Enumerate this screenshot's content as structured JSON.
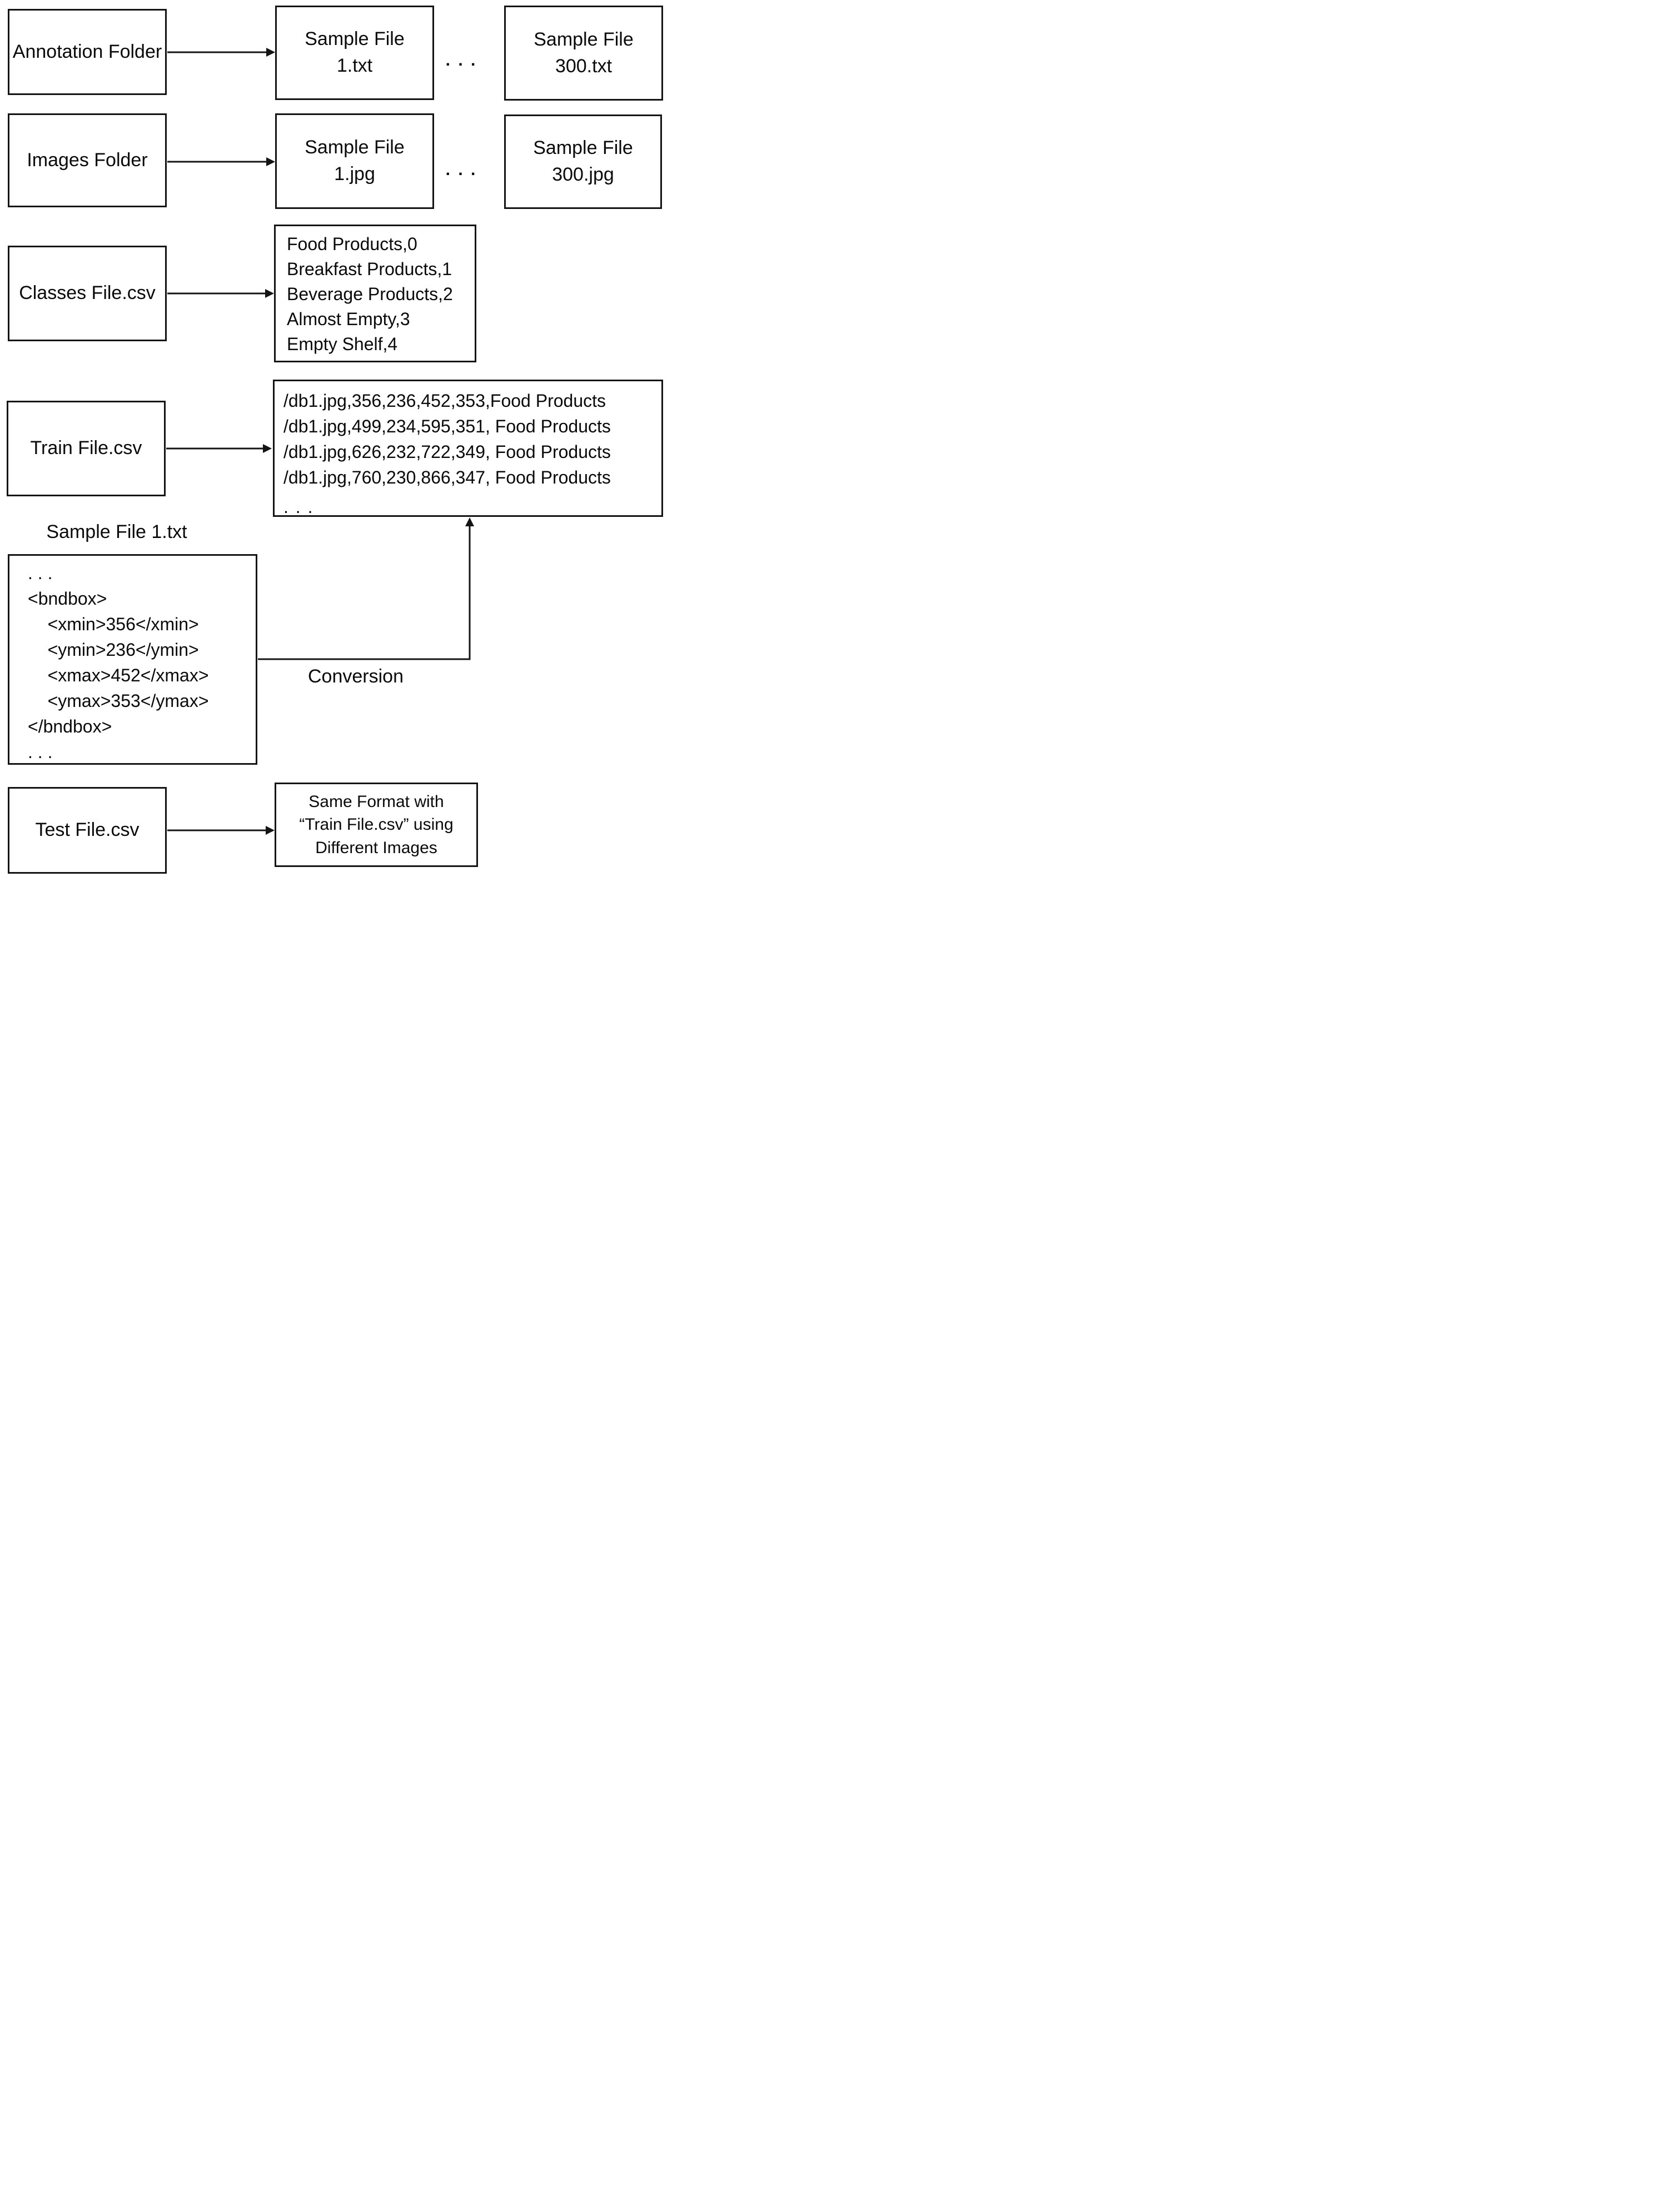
{
  "ellipsis": ". . .",
  "row_annotation": {
    "source": "Annotation Folder",
    "file_first": {
      "line1": "Sample File",
      "line2": "1.txt"
    },
    "file_last": {
      "line1": "Sample File",
      "line2": "300.txt"
    }
  },
  "row_images": {
    "source": "Images Folder",
    "file_first": {
      "line1": "Sample File",
      "line2": "1.jpg"
    },
    "file_last": {
      "line1": "Sample File",
      "line2": "300.jpg"
    }
  },
  "row_classes": {
    "source": "Classes File.csv",
    "content": {
      "lines": [
        "Food Products,0",
        "Breakfast Products,1",
        "Beverage Products,2",
        "Almost Empty,3",
        "Empty Shelf,4"
      ]
    }
  },
  "row_train": {
    "source": "Train File.csv",
    "content": {
      "lines": [
        "/db1.jpg,356,236,452,353,Food Products",
        "/db1.jpg,499,234,595,351, Food Products",
        "/db1.jpg,626,232,722,349, Food Products",
        "/db1.jpg,760,230,866,347, Food Products"
      ],
      "ellipsis": ". . ."
    }
  },
  "annotation_sample": {
    "title": "Sample File 1.txt",
    "xml_lines": [
      ". . .",
      "<bndbox>",
      "    <xmin>356</xmin>",
      "    <ymin>236</ymin>",
      "    <xmax>452</xmax>",
      "    <ymax>353</ymax>",
      "</bndbox>",
      ". . ."
    ],
    "conversion_label": "Conversion"
  },
  "row_test": {
    "source": "Test File.csv",
    "content": {
      "lines": [
        "Same Format with",
        "“Train File.csv” using",
        "Different Images"
      ]
    }
  }
}
